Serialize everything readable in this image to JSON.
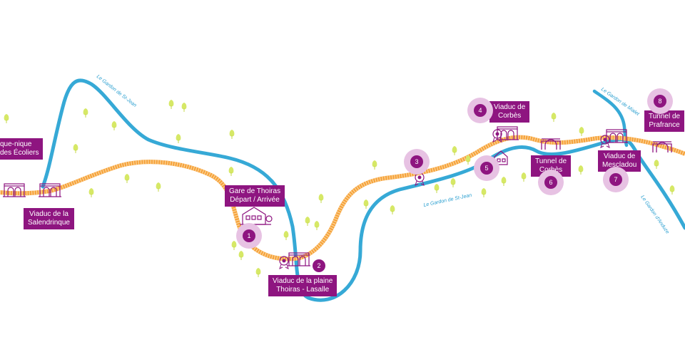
{
  "colors": {
    "river": "#36a9d6",
    "railway": "#f6a23c",
    "railway_ties": "#f7d089",
    "label_bg": "#8e1580",
    "marker_halo": "#e7c2e3",
    "trees": "#d6e866",
    "icons": "#8e1580"
  },
  "labels": {
    "picnic": [
      "que-nique",
      "des Écoliers"
    ],
    "salendrinque": [
      "Viaduc de la",
      "Salendrinque"
    ],
    "thoiras": [
      "Gare de Thoiras",
      "Départ / Arrivée"
    ],
    "plaine": [
      "Viaduc de la plaine",
      "Thoiras - Lasalle"
    ],
    "corbes_viaduc": [
      "Viaduc de",
      "Corbès"
    ],
    "corbes_tunnel": [
      "Tunnel de",
      "Corbès"
    ],
    "mescladou": [
      "Viaduc de",
      "Mescladou"
    ],
    "prafrance": [
      "Tunnel de",
      "Prafrance"
    ]
  },
  "markers": [
    "1",
    "2",
    "3",
    "4",
    "5",
    "6",
    "7",
    "8"
  ],
  "rivers": {
    "st_jean_top": "Le Gardon de St-Jean",
    "st_jean_mid": "Le Gardon de St-Jean",
    "mialet": "Le Gardon de Mialet",
    "anduze": "Le Gardon d'Anduze"
  },
  "icons": {
    "viaduct": "viaduct-icon",
    "tunnel": "tunnel-icon",
    "station": "station-icon",
    "rosette": "rosette-icon",
    "house": "house-icon",
    "tree": "tree-icon"
  }
}
